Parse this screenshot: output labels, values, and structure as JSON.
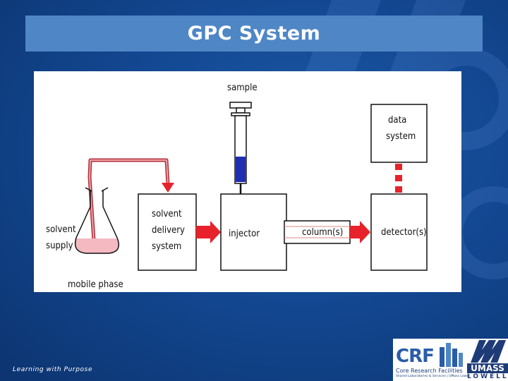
{
  "slide": {
    "title": "GPC System",
    "tagline": "Learning with Purpose"
  },
  "diagram": {
    "labels": {
      "sample": "sample",
      "data_system_line1": "data",
      "data_system_line2": "system",
      "solvent_delivery_line1": "solvent",
      "solvent_delivery_line2": "delivery",
      "solvent_delivery_line3": "system",
      "solvent_supply_line1": "solvent",
      "solvent_supply_line2": "supply",
      "injector": "injector",
      "columns": "column(s)",
      "detectors": "detector(s)",
      "mobile_phase": "mobile phase"
    },
    "colors": {
      "flow_arrow": "#e8222a",
      "tubing": "#b0303a",
      "solvent_liquid": "#f4b9c1",
      "syringe_fluid": "#1f2fb0"
    }
  },
  "logo": {
    "crf_letters": "CRF",
    "crf_name": "Core Research Facilities",
    "crf_subtitle": "Shared Laboratories & Services | UMass Lowell",
    "umass": "UMASS",
    "lowell": "LOWELL"
  }
}
